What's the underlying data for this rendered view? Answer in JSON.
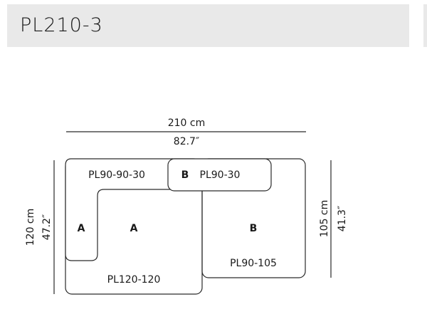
{
  "header": {
    "title": "PL210-3"
  },
  "dimensions": {
    "width_cm": "210 cm",
    "width_in": "82.7″",
    "left_height_cm": "120 cm",
    "left_height_in": "47.2″",
    "right_height_cm": "105 cm",
    "right_height_in": "41.3″"
  },
  "modules": {
    "top_left_name": "PL90-90-30",
    "top_right_letter": "B",
    "top_right_name": "PL90-30",
    "arm_letter": "A",
    "main_letter": "A",
    "main_name": "PL120-120",
    "right_letter": "B",
    "right_name": "PL90-105"
  }
}
